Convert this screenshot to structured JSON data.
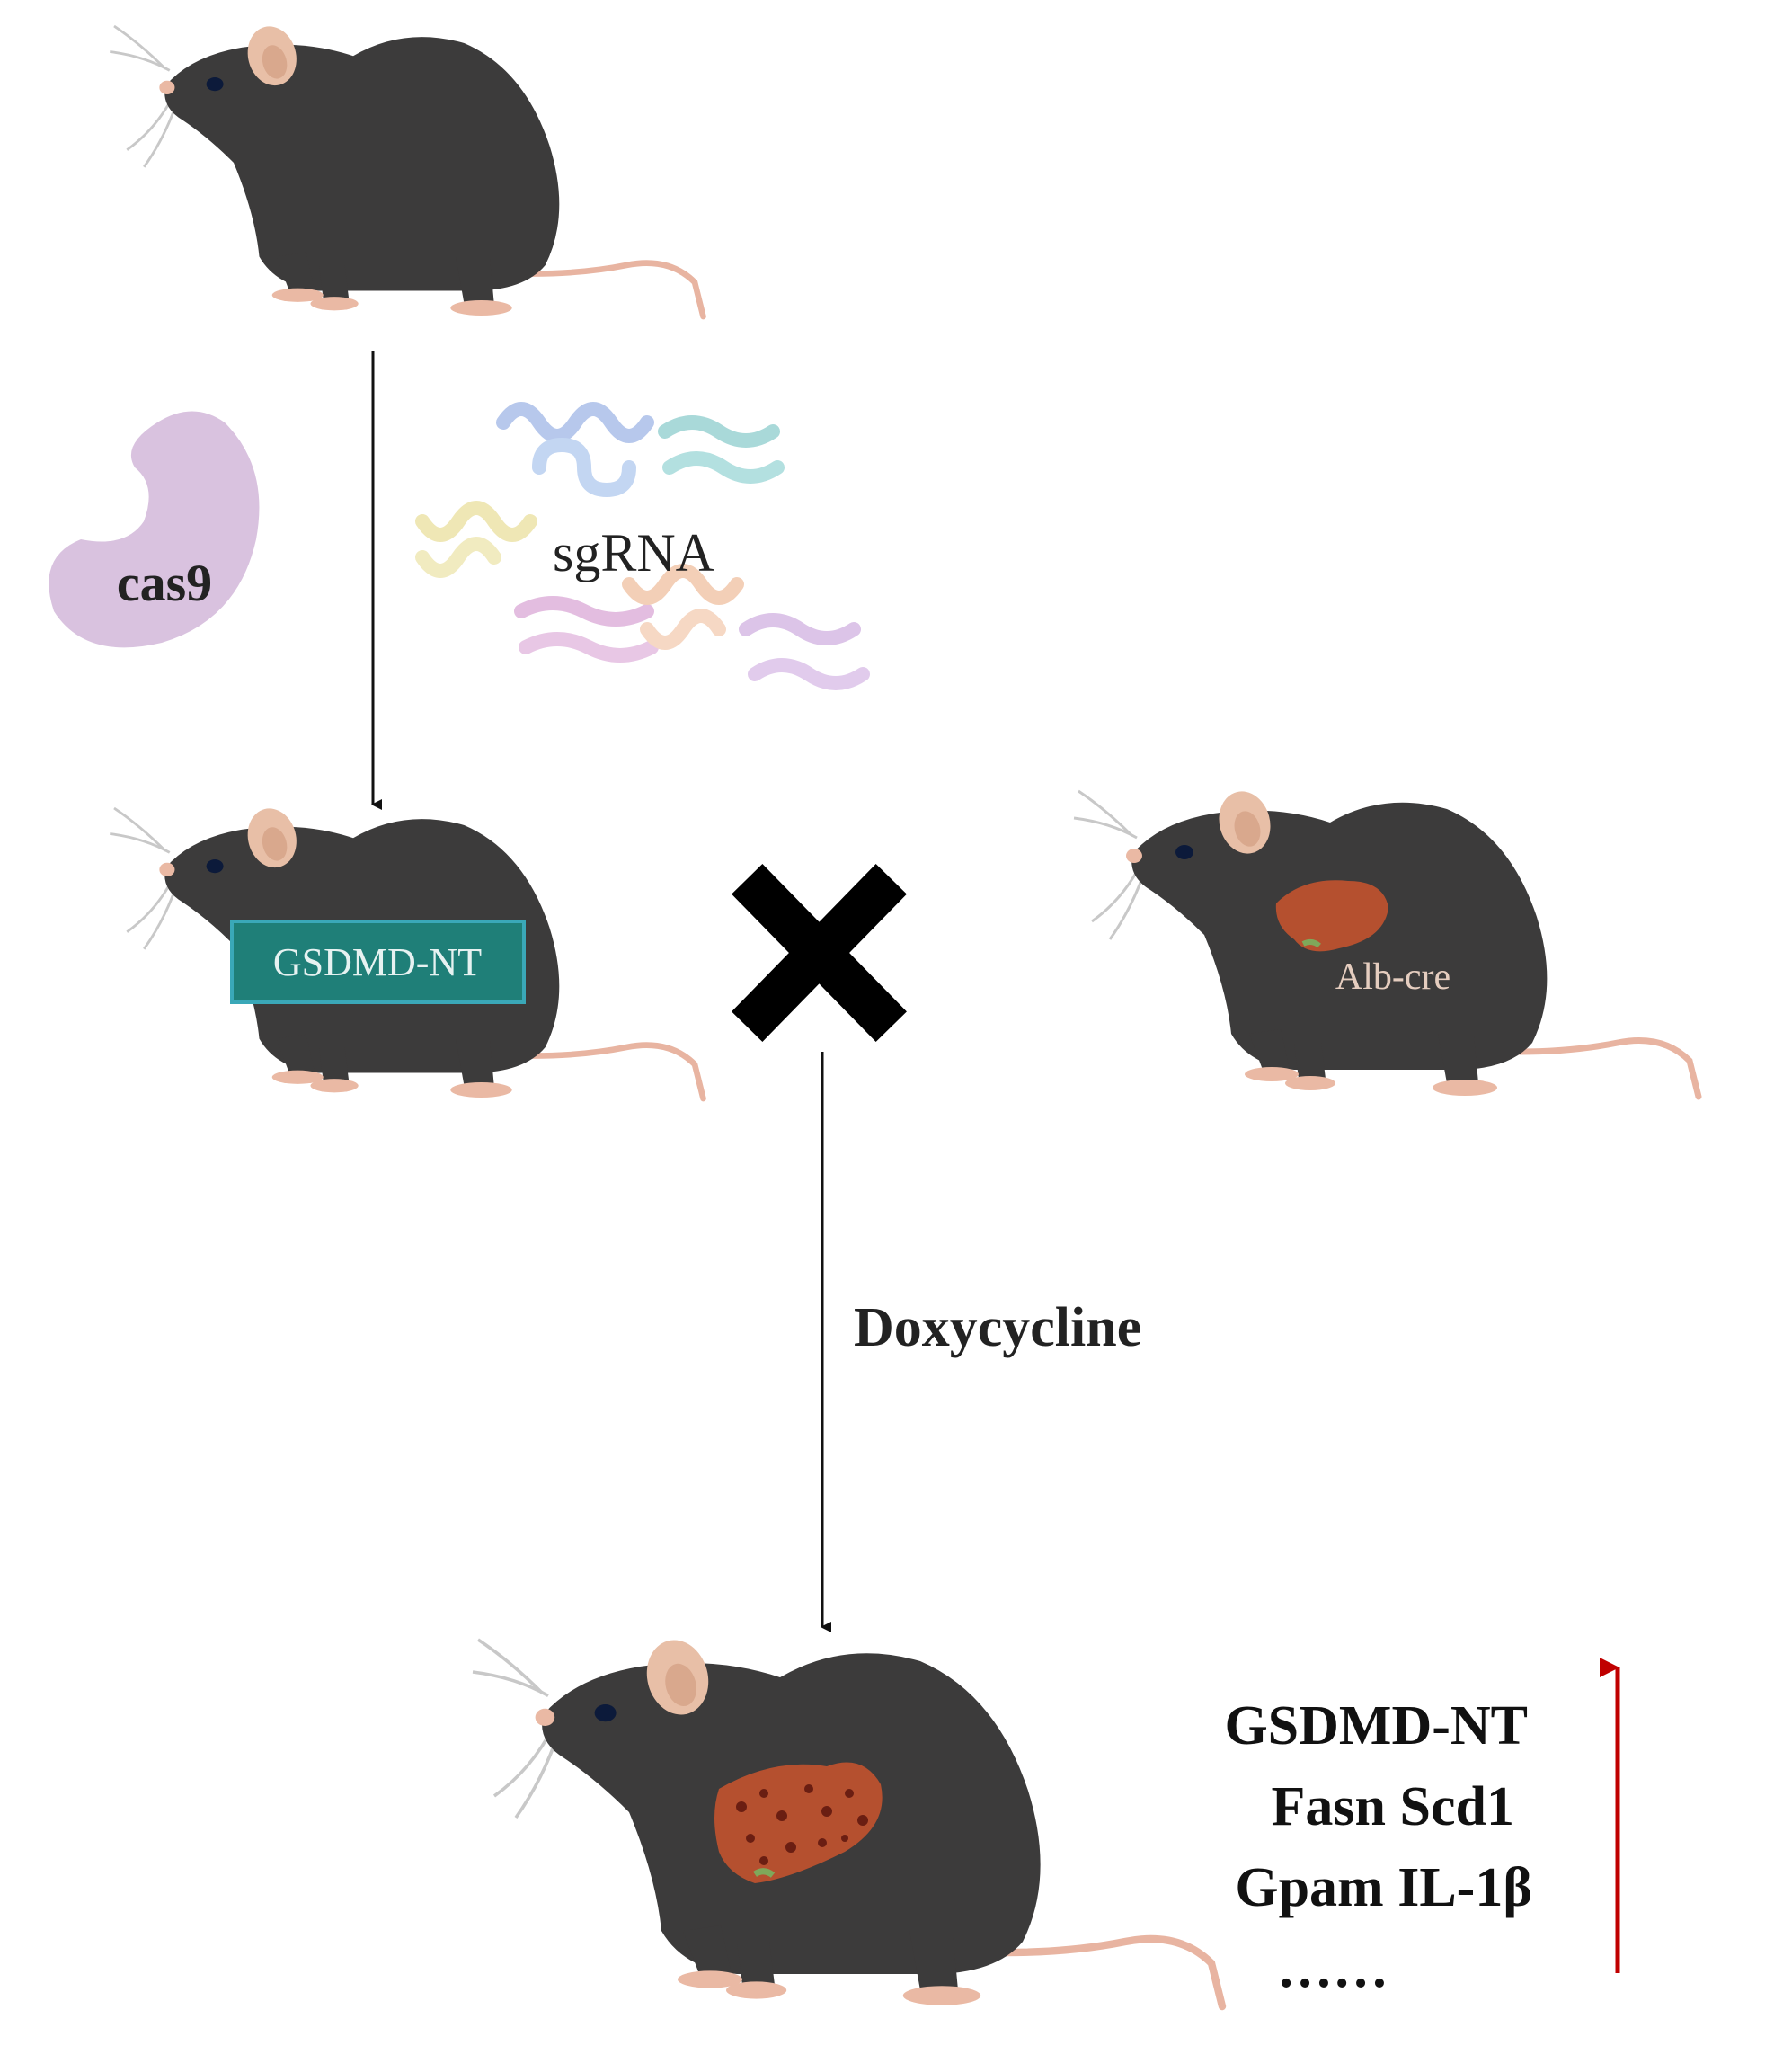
{
  "labels": {
    "cas9": "cas9",
    "sgrna": "sgRNA",
    "gsdmd_tag": "GSDMD-NT",
    "alb_cre": "Alb-cre",
    "doxycycline": "Doxycycline"
  },
  "upregulated": {
    "lines": [
      "GSDMD-NT",
      "Fasn Scd1",
      "Gpam IL-1β",
      "……"
    ]
  },
  "colors": {
    "mouse": "#3c3b3b",
    "skin": "#e8bfa7",
    "cas9": "#d9c2df",
    "tag_fill": "#1f7f78",
    "tag_border": "#3aa8b8",
    "liver": "#b5502f",
    "up_arrow": "#c00000",
    "line": "#111111"
  },
  "icons": {
    "cross": "cross-icon",
    "up_arrow": "up-arrow-icon",
    "liver": "liver-icon"
  }
}
